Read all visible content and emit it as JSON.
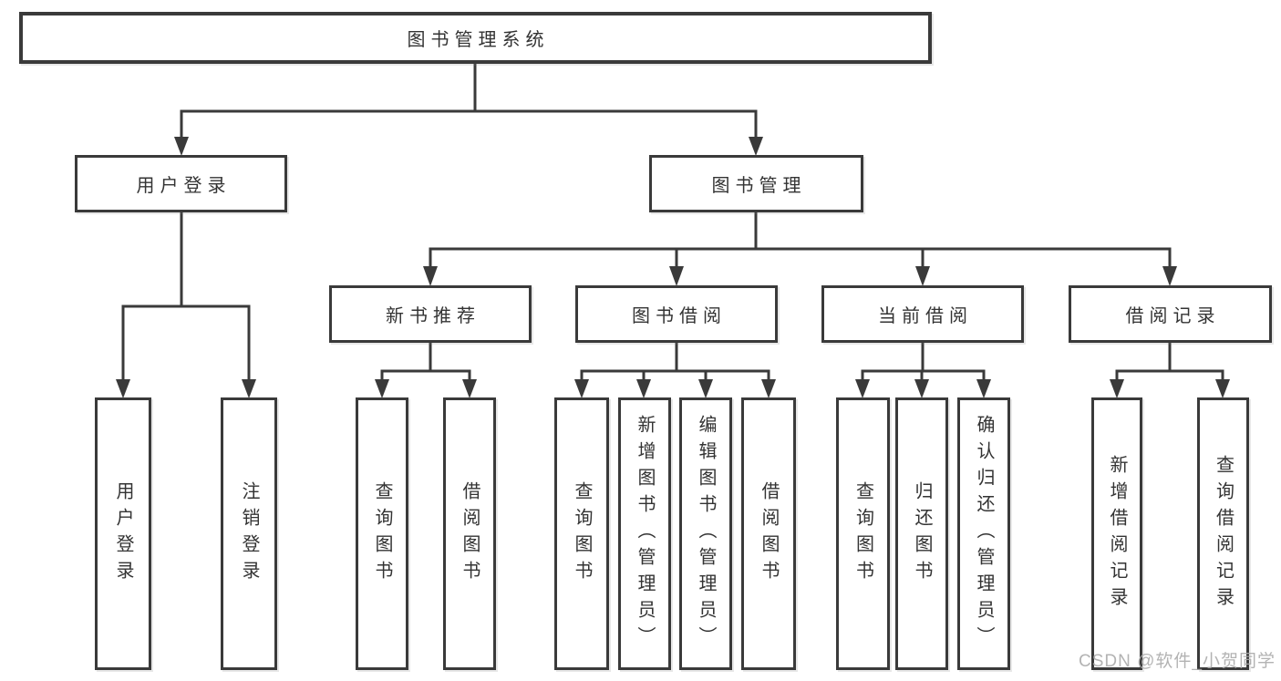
{
  "tree": {
    "root": {
      "label": "图书管理系统"
    },
    "level1": [
      {
        "label": "用户登录",
        "children": [
          {
            "label": "用户登录"
          },
          {
            "label": "注销登录"
          }
        ]
      },
      {
        "label": "图书管理",
        "children": [
          {
            "label": "新书推荐",
            "children": [
              {
                "label": "查询图书"
              },
              {
                "label": "借阅图书"
              }
            ]
          },
          {
            "label": "图书借阅",
            "children": [
              {
                "label": "查询图书"
              },
              {
                "label": "新增图书（管理员）"
              },
              {
                "label": "编辑图书（管理员）"
              },
              {
                "label": "借阅图书"
              }
            ]
          },
          {
            "label": "当前借阅",
            "children": [
              {
                "label": "查询图书"
              },
              {
                "label": "归还图书"
              },
              {
                "label": "确认归还（管理员）"
              }
            ]
          },
          {
            "label": "借阅记录",
            "children": [
              {
                "label": "新增借阅记录"
              },
              {
                "label": "查询借阅记录"
              }
            ]
          }
        ]
      }
    ]
  },
  "watermark": {
    "text": "CSDN @软件_小贺同学"
  },
  "colors": {
    "line": "#3a3a3a",
    "box_border": "#3a3a3a",
    "text": "#333333",
    "watermark": "#ababab",
    "background": "#ffffff"
  }
}
